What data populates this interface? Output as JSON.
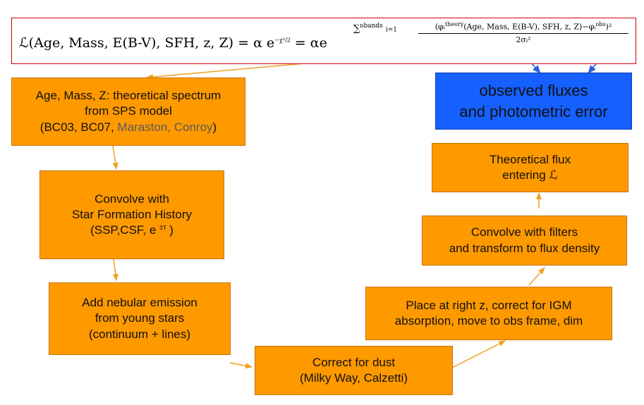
{
  "formula": {
    "lhs": "ℒ(Age, Mass, E(B-V), SFH, z, Z) = α e",
    "lhs_exponent": "−χ²/2",
    "equals": "= αe",
    "sum_symbol": "∑",
    "sum_upper": "n",
    "sum_upper_sub": "bands",
    "sum_lower": "i=1",
    "numerator": "(φᵢ",
    "numerator_sup": "theory",
    "numerator_mid": "(Age, Mass, E(B-V), SFH, z, Z)−φᵢ",
    "numerator_sup2": "obs",
    "numerator_end": ")²",
    "denominator": "2σᵢ²"
  },
  "boxes": {
    "sps": {
      "line1": "Age, Mass, Z: theoretical spectrum",
      "line2": "from SPS model",
      "line3_a": "(BC03, BC07, ",
      "line3_b": "Maraston, Conroy",
      "line3_c": ")"
    },
    "sfh": {
      "line1": "Convolve with",
      "line2": "Star Formation History",
      "line3_a": "(SSP,CSF, e ",
      "line3_sup": "±τ",
      "line3_b": " )"
    },
    "nebular": {
      "line1": "Add nebular emission",
      "line2": "from young stars",
      "line3": "(continuum + lines)"
    },
    "dust": {
      "line1": "Correct for dust",
      "line2": "(Milky Way, Calzetti)"
    },
    "igm": {
      "line1": "Place at right z, correct for IGM",
      "line2": "absorption, move to obs frame, dim"
    },
    "filters": {
      "line1": "Convolve with filters",
      "line2": "and transform to flux density"
    },
    "theory_flux": {
      "line1": "Theoretical flux",
      "line2": "entering ℒ"
    },
    "observed": {
      "line1": "observed fluxes",
      "line2": "and photometric error"
    }
  },
  "colors": {
    "box_fill": "#ff9900",
    "observed_fill": "#1560ff",
    "orange_arrow": "#f0a020",
    "blue_arrow": "#2a5fe0",
    "formula_border": "#cc0000",
    "muted_text": "#5a5a5a"
  }
}
